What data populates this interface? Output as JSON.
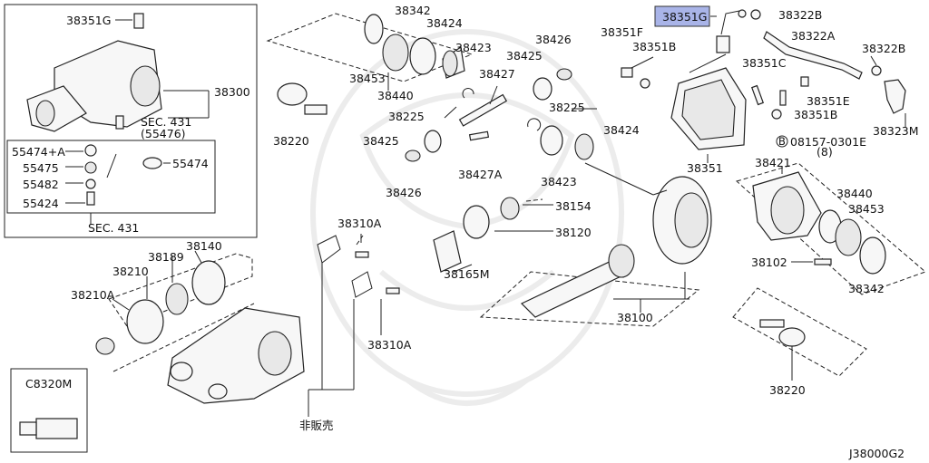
{
  "diagram_code": "J38000G2",
  "highlight_color": "#a9b4e8",
  "labels": {
    "l38351G_a": "38351G",
    "l38300": "38300",
    "sec431_a": "SEC. 431",
    "sec431_b": "(55476)",
    "l55474A": "55474+A",
    "l55475": "55475",
    "l55474": "55474",
    "l55482": "55482",
    "l55424": "55424",
    "sec431_c": "SEC. 431",
    "l38342_a": "38342",
    "l38424_a": "38424",
    "l38423_a": "38423",
    "l38453_a": "38453",
    "l38440_a": "38440",
    "l38220_a": "38220",
    "l38425_a": "38425",
    "l38426_a": "38426",
    "l38427": "38427",
    "l38225_a": "38225",
    "l38425_b": "38425",
    "l38426_b": "38426",
    "l38427A": "38427A",
    "l38225_b": "38225",
    "l38424_b": "38424",
    "l38423_b": "38423",
    "l38351G_b": "38351G",
    "l38322B_a": "38322B",
    "l38351F": "38351F",
    "l38351B_a": "38351B",
    "l38322A": "38322A",
    "l38322B_b": "38322B",
    "l38351C": "38351C",
    "l38351E": "38351E",
    "l38351B_b": "38351B",
    "l38323M": "38323M",
    "l08157": "08157-0301E",
    "l08157_qty": "(8)",
    "l08157_ref": "B",
    "l38351": "38351",
    "l38421": "38421",
    "l38440_b": "38440",
    "l38453_b": "38453",
    "l38102": "38102",
    "l38342_b": "38342",
    "l38220_b": "38220",
    "l38154": "38154",
    "l38120": "38120",
    "l38165M": "38165M",
    "l38310A_a": "38310A",
    "l38310A_b": "38310A",
    "l38100": "38100",
    "l38140": "38140",
    "l38189": "38189",
    "l38210": "38210",
    "l38210A": "38210A",
    "l_not_sold": "非販売",
    "lC8320M": "C8320M"
  }
}
